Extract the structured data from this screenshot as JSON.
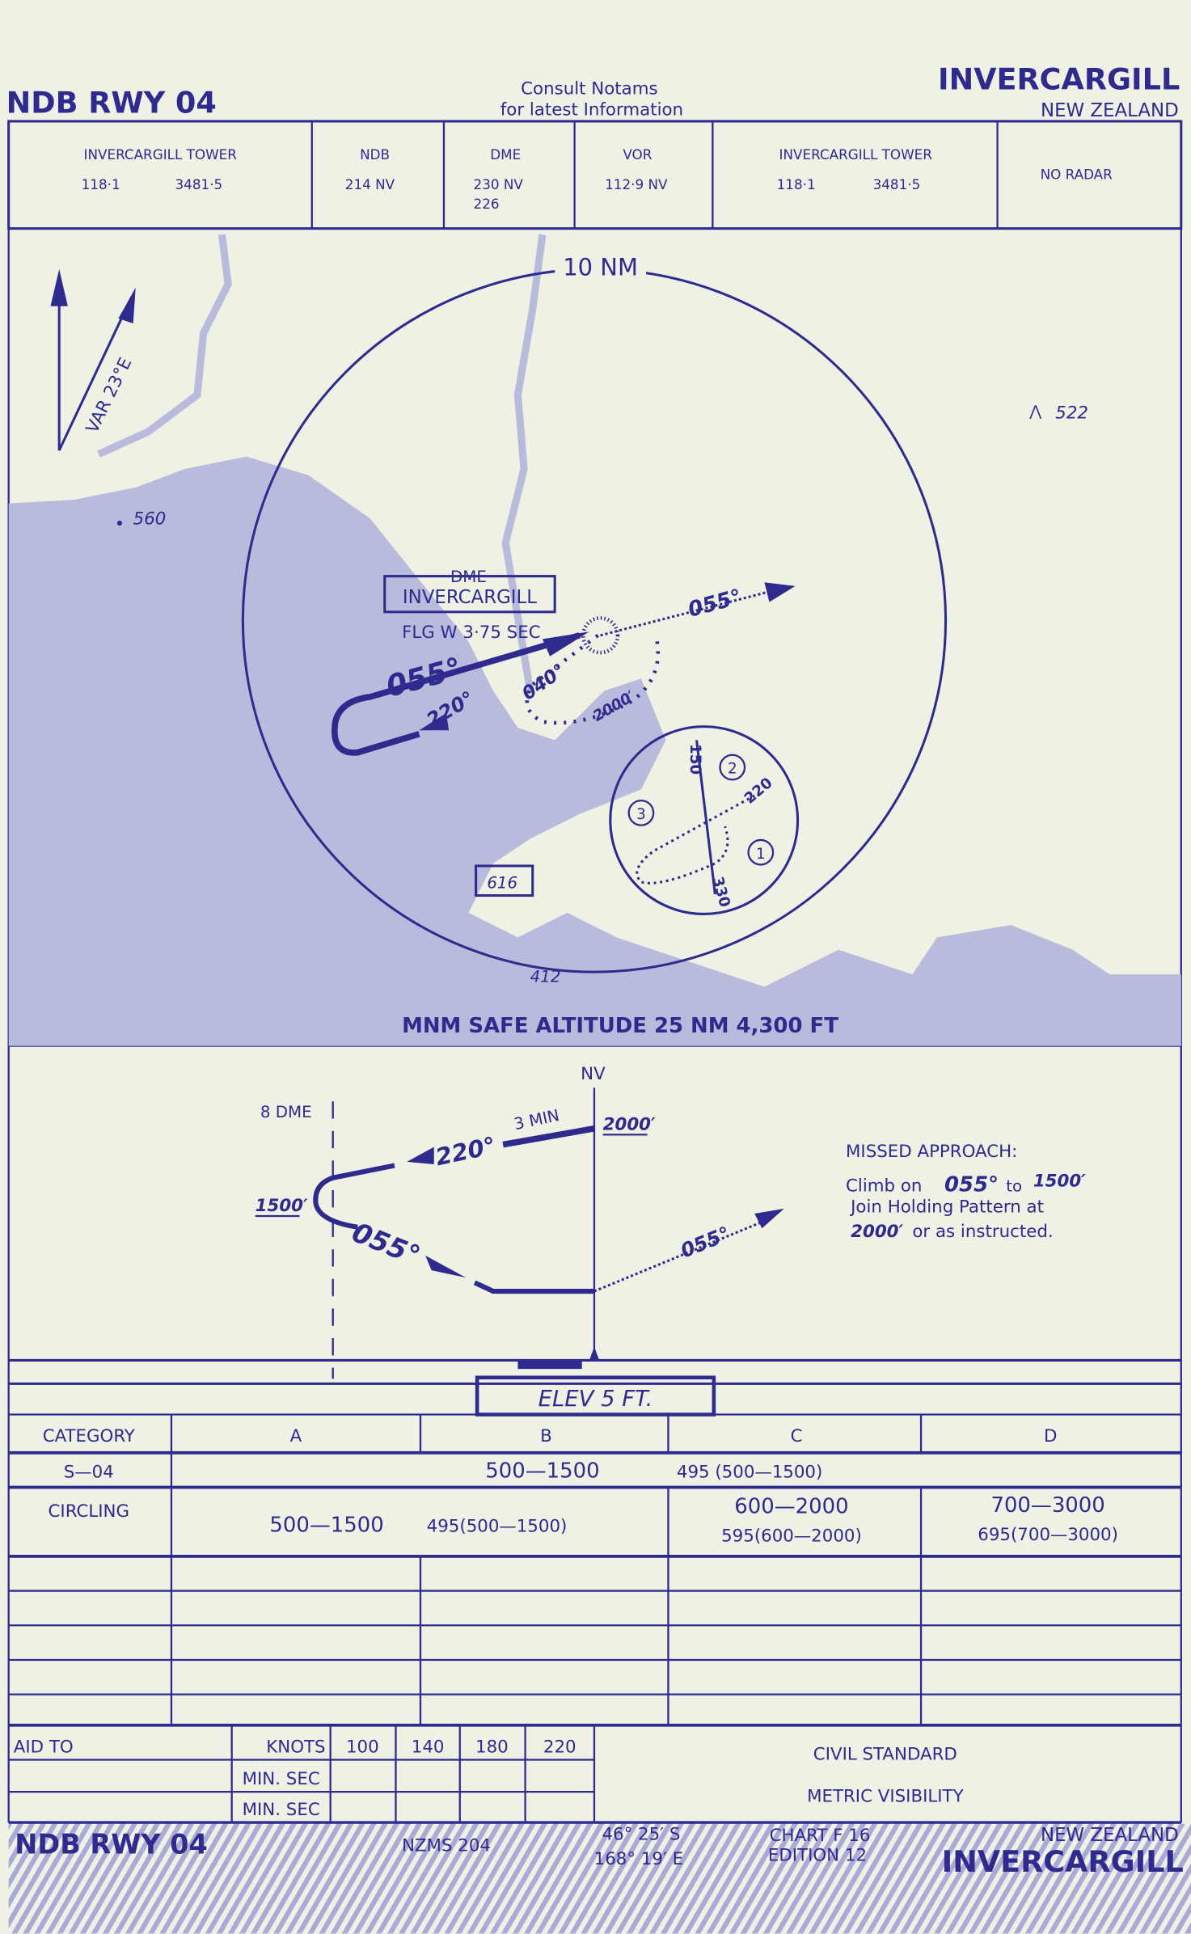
{
  "header": {
    "procedure": "NDB RWY 04",
    "notice_line1": "Consult  Notams",
    "notice_line2": "for  latest  Information",
    "airport": "INVERCARGILL",
    "country": "NEW ZEALAND"
  },
  "comms": [
    {
      "title": "INVERCARGILL  TOWER",
      "line1a": "118·1",
      "line1b": "3481·5"
    },
    {
      "title": "NDB",
      "line1a": "214  NV"
    },
    {
      "title": "DME",
      "line1a": "230  NV",
      "line2": "226"
    },
    {
      "title": "VOR",
      "line1a": "112·9    NV"
    },
    {
      "title": "INVERCARGILL  TOWER",
      "line1a": "118·1",
      "line1b": "3481·5"
    },
    {
      "title": "NO  RADAR"
    }
  ],
  "plan": {
    "ring_label": "10 NM",
    "variation": "VAR  23°E",
    "spot_560": "560",
    "spot_522": "522",
    "spot_616": "616",
    "spot_412": "412",
    "dme_label": "DME",
    "dme_name": "INVERCARGILL",
    "flasher": "FLG W 3·75 SEC",
    "inbound": "055°",
    "outbound": "220°",
    "missed": "055°",
    "hold_course": "040°",
    "hold_alt": "2000′",
    "entry_150": "150",
    "entry_220": "220",
    "entry_330": "330",
    "sector_1": "1",
    "sector_2": "2",
    "sector_3": "3",
    "msa": "MNM SAFE ALTITUDE 25 NM  4,300 FT"
  },
  "profile": {
    "fix": "NV",
    "dme_fix": "8 DME",
    "time": "3 MIN",
    "alt_2000": "2000′",
    "alt_1500": "1500′",
    "outbound": "220°",
    "inbound": "055°",
    "missed": "055°",
    "missed_title": "MISSED   APPROACH:",
    "missed_l1a": "Climb  on",
    "missed_l1b": "055°",
    "missed_l1c": "to",
    "missed_l1d": "1500′",
    "missed_l2": "Join  Holding  Pattern  at",
    "missed_l3a": "2000′",
    "missed_l3b": "or  as  instructed.",
    "elev": "ELEV      5     FT."
  },
  "minima": {
    "headers": [
      "CATEGORY",
      "A",
      "B",
      "C",
      "D"
    ],
    "s04_label": "S—04",
    "s04_value": "500—1500",
    "s04_alt": "495 (500—1500)",
    "circling_label": "CIRCLING",
    "circ_ab": "500—1500",
    "circ_ab_alt": "495(500—1500)",
    "circ_c": "600—2000",
    "circ_c_alt": "595(600—2000)",
    "circ_d": "700—3000",
    "circ_d_alt": "695(700—3000)"
  },
  "timing": {
    "aid_to": "AID TO",
    "knots": "KNOTS",
    "speeds": [
      "100",
      "140",
      "180",
      "220"
    ],
    "min_sec_1": "MIN. SEC",
    "min_sec_2": "MIN. SEC",
    "note1": "CIVIL STANDARD",
    "note2": "METRIC VISIBILITY"
  },
  "footer": {
    "procedure": "NDB  RWY 04",
    "map_ref": "NZMS  204",
    "lat": "46°  25′ S",
    "lon": "168°  19′ E",
    "chart": "CHART  F 16",
    "edition": "EDITION 12",
    "country": "NEW  ZEALAND",
    "airport": "INVERCARGILL"
  },
  "colors": {
    "ink": "#2e2a8e",
    "paper": "#eef1e4",
    "land": "#b8bbdc"
  }
}
